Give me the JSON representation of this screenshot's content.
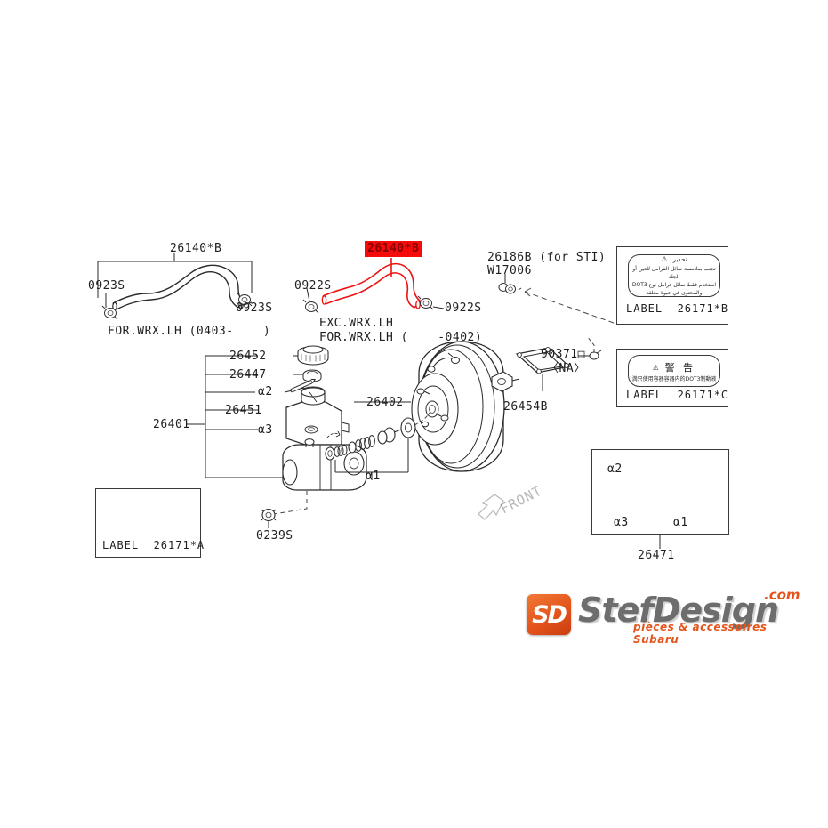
{
  "diagram": {
    "title": "Subaru brake master cylinder and booster parts diagram",
    "highlight_color": "#f60b0b"
  },
  "hose_left": {
    "part_number": "26140*B",
    "clamp_left": "0923S",
    "clamp_right": "0923S",
    "caption": "FOR.WRX.LH (0403-    )"
  },
  "hose_center": {
    "part_number": "26140*B",
    "clamp_left": "0922S",
    "clamp_right": "0922S",
    "caption_line1": "EXC.WRX.LH",
    "caption_line2": "FOR.WRX.LH (    -0402)"
  },
  "clamp_sti": {
    "line1": "26186B (for STI)",
    "line2": "W17006"
  },
  "label_b": {
    "caption": "LABEL  26171*B",
    "warn_symbol": "⚠",
    "warn_heading": "تحذير",
    "warn_line1": "تجنب بملامسة سائل الفرامل للعين أو الجلد",
    "warn_line2": "استخدم فقط سائل فرامل نوع DOT3",
    "warn_line3": "والمحتوى في عبوة مغلقة"
  },
  "label_c": {
    "caption": "LABEL  26171*C",
    "warn_symbol": "⚠",
    "warn_heading": "警 告",
    "warn_line1": "満只使用容器容器内的DOT3制動液"
  },
  "label_a": {
    "caption": "LABEL  26171*A"
  },
  "master_cylinder": {
    "assembly": "26401",
    "items": [
      {
        "label": "26452"
      },
      {
        "label": "26447"
      },
      {
        "label": "α2"
      },
      {
        "label": "26451"
      },
      {
        "label": "α3"
      }
    ]
  },
  "booster": {
    "part_number": "26402",
    "gasket": "26454B",
    "piston_set": "α1",
    "nut": "0239S",
    "valve": "90371□",
    "valve_note": "〈NA〉"
  },
  "repair_kit": {
    "part_number": "26471",
    "items": [
      {
        "label": "α2"
      },
      {
        "label": "α3"
      },
      {
        "label": "α1"
      }
    ]
  },
  "orientation": {
    "front_label": "FRONT"
  },
  "watermark": {
    "badge": "SD",
    "name": "StefDesign",
    "tld": ".com",
    "tagline": "pièces & accessoires Subaru"
  }
}
